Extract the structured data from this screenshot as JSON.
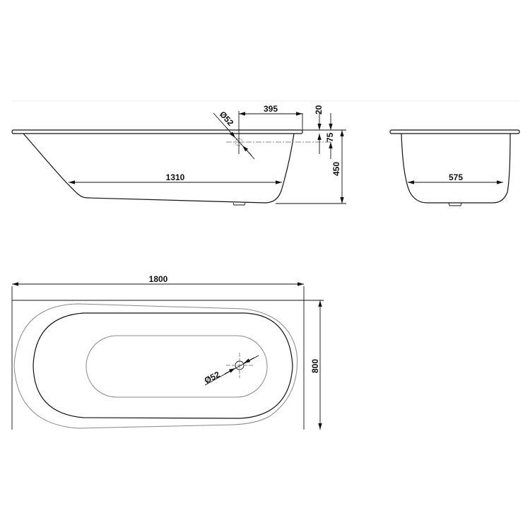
{
  "side_view": {
    "length_inner_bottom": "1310",
    "overflow_offset": "395",
    "overflow_diameter": "Ø52",
    "rim_thickness": "20",
    "overflow_depth": "75",
    "height": "450"
  },
  "end_view": {
    "inner_width": "575"
  },
  "top_view": {
    "length": "1800",
    "width": "800",
    "drain_diameter": "Ø52"
  },
  "colors": {
    "line": "#111111",
    "outline_gray": "#888888"
  }
}
